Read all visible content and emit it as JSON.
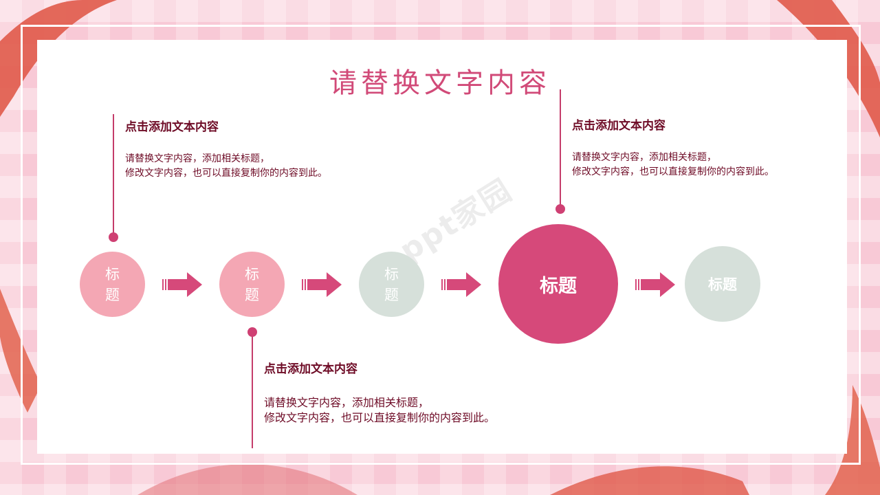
{
  "title": "请替换文字内容",
  "watermark": "ppt家园",
  "blocks": [
    {
      "heading": "点击添加文本内容",
      "line1": "请替换文字内容，添加相关标题，",
      "line2": "修改文字内容，也可以直接复制你的内容到此。"
    },
    {
      "heading": "点击添加文本内容",
      "line1": "请替换文字内容，添加相关标题，",
      "line2": "修改文字内容，也可以直接复制你的内容到此。"
    },
    {
      "heading": "点击添加文本内容",
      "line1": "请替换文字内容，添加相关标题，",
      "line2": "修改文字内容，也可以直接复制你的内容到此。"
    }
  ],
  "steps": [
    {
      "label_top": "标",
      "label_bottom": "题",
      "color": "#f4a7b4"
    },
    {
      "label_top": "标",
      "label_bottom": "题",
      "color": "#f4a7b4"
    },
    {
      "label_top": "标",
      "label_bottom": "题",
      "color": "#d6e0da"
    },
    {
      "label": "标题",
      "color": "#d6497a"
    },
    {
      "label": "标题",
      "color": "#d6e0da"
    }
  ],
  "colors": {
    "accent": "#d6497a",
    "pink": "#f4a7b4",
    "sage": "#d6e0da",
    "text": "#6e0b26"
  }
}
